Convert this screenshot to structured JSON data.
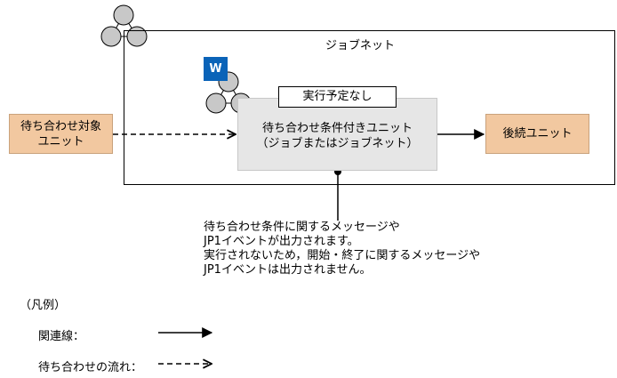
{
  "jobnet": {
    "label": "ジョブネット"
  },
  "badge": {
    "text": "W",
    "color": "#0a63b8"
  },
  "status": {
    "text": "実行予定なし"
  },
  "conditional_unit": {
    "text": "待ち合わせ条件付きユニット\n（ジョブまたはジョブネット）"
  },
  "target_unit": {
    "text": "待ち合わせ対象\nユニット"
  },
  "successor_unit": {
    "text": "後続ユニット"
  },
  "note": {
    "text": "待ち合わせ条件に関するメッセージや\nJP1イベントが出力されます。\n実行されないため，開始・終了に関するメッセージや\nJP1イベントは出力されません。"
  },
  "legend": {
    "title": "（凡例）",
    "related_line": "関連線：",
    "wait_flow": "待ち合わせの流れ："
  },
  "colors": {
    "unit_fill": "#f2c8a0",
    "conditional_fill": "#e6e6e6",
    "icon_fill": "#c8c8c8"
  }
}
